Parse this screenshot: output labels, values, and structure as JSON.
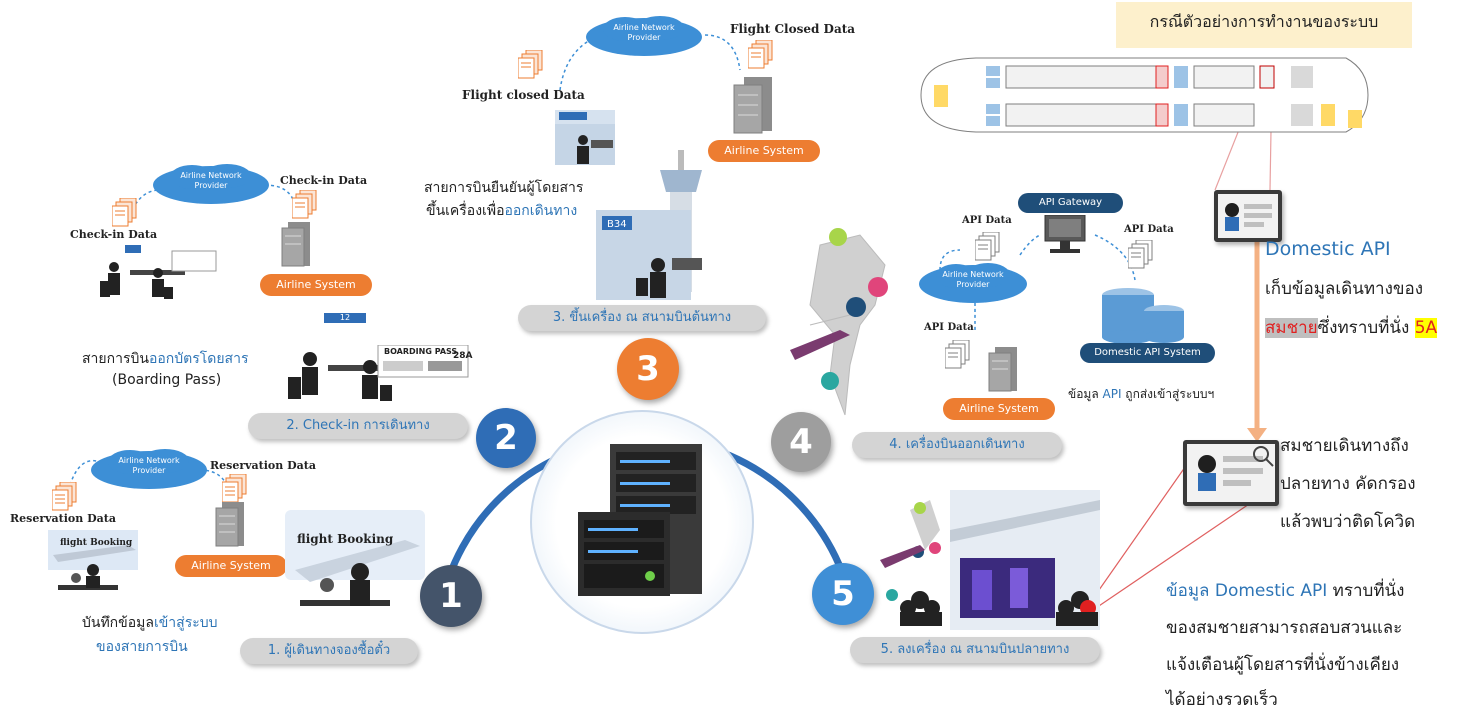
{
  "cloud_text": "Airline Network\nProvider",
  "airline_system": "Airline System",
  "step1": {
    "left_label": "Reservation Data",
    "right_label": "Reservation Data",
    "booking_label": "flight Booking",
    "booking_label2": "flight Booking",
    "caption_prefix": "บันทึกข้อมูล",
    "caption_blue": "เข้าสู่ระบบ",
    "caption_line2": "ของสายการบิน",
    "pill": "1. ผู้เดินทางจองซื้อตั๋ว"
  },
  "step2": {
    "left_label": "Check-in Data",
    "right_label": "Check-in Data",
    "caption_prefix": "สายการบิน",
    "caption_blue": "ออกบัตรโดยสาร",
    "caption_line2": "(Boarding Pass)",
    "pill": "2. Check-in การเดินทาง",
    "boarding_pass": "BOARDING PASS",
    "seat": "28A",
    "gate": "12"
  },
  "step3": {
    "left_label": "Flight closed Data",
    "right_label": "Flight Closed Data",
    "caption_line1": "สายการบินยืนยันผู้โดยสาร",
    "caption_prefix": "ขึ้นเครื่องเพื่อ",
    "caption_blue": "ออกเดินทาง",
    "pill": "3. ขึ้นเครื่อง ณ สนามบินต้นทาง",
    "gate_sign": "B34"
  },
  "step4": {
    "api_gateway": "API Gateway",
    "api_data_1": "API Data",
    "api_data_2": "API Data",
    "api_data_3": "API Data",
    "domestic_system": "Domestic API System",
    "caption_prefix": "ข้อมูล ",
    "caption_blue": "API",
    "caption_suffix": " ถูกส่งเข้าสู่ระบบฯ",
    "pill": "4. เครื่องบินออกเดินทาง"
  },
  "step5": {
    "pill": "5. ลงเครื่อง ณ สนามบินปลายทาง"
  },
  "circles": [
    "1",
    "2",
    "3",
    "4",
    "5"
  ],
  "right_panel": {
    "banner": "กรณีตัวอย่างการทำงานของระบบ",
    "domestic_api_title": "Domestic API",
    "line2": "เก็บข้อมูลเดินทางของ",
    "name": "สมชาย",
    "line3_suffix": "ซึ่งทราบที่นั่ง",
    "seat": "5A",
    "found_1": "สมชายเดินทางถึง",
    "found_2": "ปลายทาง คัดกรอง",
    "found_3": "แล้วพบว่าติดโควิด",
    "bottom_prefix": "ข้อมูล Domestic API",
    "bottom_suffix": " ทราบที่นั่ง",
    "bottom_2": "ของสมชายสามารถสอบสวนและ",
    "bottom_3": "แจ้งเตือนผู้โดยสารที่นั่งข้างเคียง",
    "bottom_4": "ได้อย่างรวดเร็ว"
  },
  "colors": {
    "accent_blue": "#2e75b6",
    "orange": "#ed7d31",
    "cloud": "#3d8fd6",
    "circle1": "#44546a",
    "circle2": "#2f6db6",
    "circle3": "#ed7d31",
    "circle4": "#9e9e9e",
    "circle5": "#3f8fd6",
    "banner_bg": "#fdf0cc",
    "highlight_yellow": "#ffff00"
  }
}
